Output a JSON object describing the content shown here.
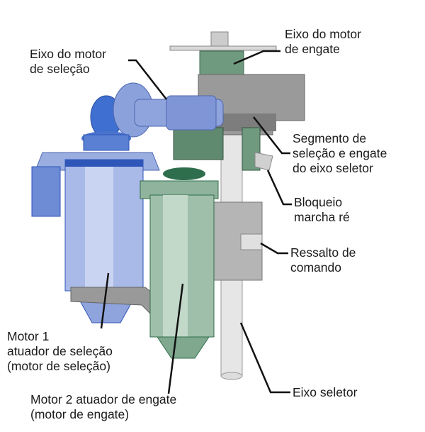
{
  "labels": {
    "selection_motor_shaft": [
      "Eixo do motor",
      "de seleção"
    ],
    "engage_motor_shaft": [
      "Eixo do motor",
      "de engate"
    ],
    "selector_segment": [
      "Segmento de",
      "seleção e engate",
      "do eixo seletor"
    ],
    "reverse_lock": [
      "Bloqueio",
      "marcha ré"
    ],
    "command_cam": [
      "Ressalto de",
      "comando"
    ],
    "motor1": [
      "Motor 1",
      "atuador de seleção",
      "(motor de seleção)"
    ],
    "motor2": [
      "Motor 2 atuador de engate",
      "(motor de engate)"
    ],
    "selector_shaft": [
      "Eixo seletor"
    ]
  },
  "colors": {
    "motor1_blue": "#8fa3dc",
    "motor1_dark": "#2e55b8",
    "motor2_green": "#7fa88f",
    "motor2_dark": "#2f6e4c",
    "shaft_gray": "#bdbdbd",
    "segment_gray": "#8f8f8f"
  }
}
